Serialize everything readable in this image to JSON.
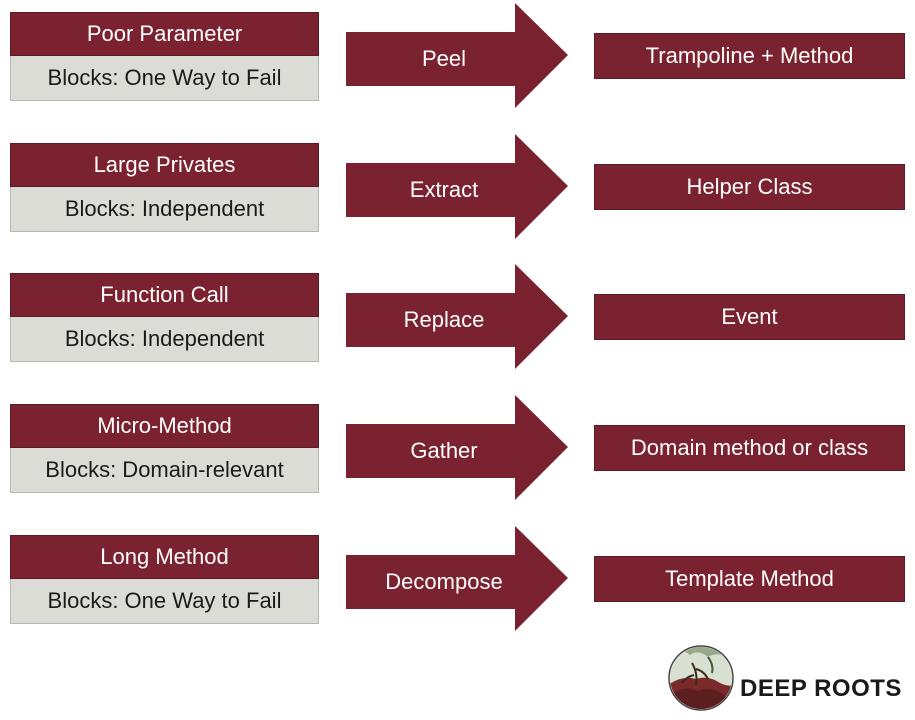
{
  "rows": [
    {
      "smell": "Poor Parameter",
      "blocks": "Blocks: One Way to Fail",
      "action": "Peel",
      "result": "Trampoline + Method"
    },
    {
      "smell": "Large Privates",
      "blocks": "Blocks: Independent",
      "action": "Extract",
      "result": "Helper Class"
    },
    {
      "smell": "Function Call",
      "blocks": "Blocks: Independent",
      "action": "Replace",
      "result": "Event"
    },
    {
      "smell": "Micro-Method",
      "blocks": "Blocks: Domain-relevant",
      "action": "Gather",
      "result": "Domain method or class"
    },
    {
      "smell": "Long Method",
      "blocks": "Blocks: One Way to Fail",
      "action": "Decompose",
      "result": "Template Method"
    }
  ],
  "logo": {
    "text": "DEEP ROOTS",
    "icon": "deep-roots-logo-icon"
  },
  "colors": {
    "accent": "#7b2230",
    "panel": "#dcdcd7"
  }
}
